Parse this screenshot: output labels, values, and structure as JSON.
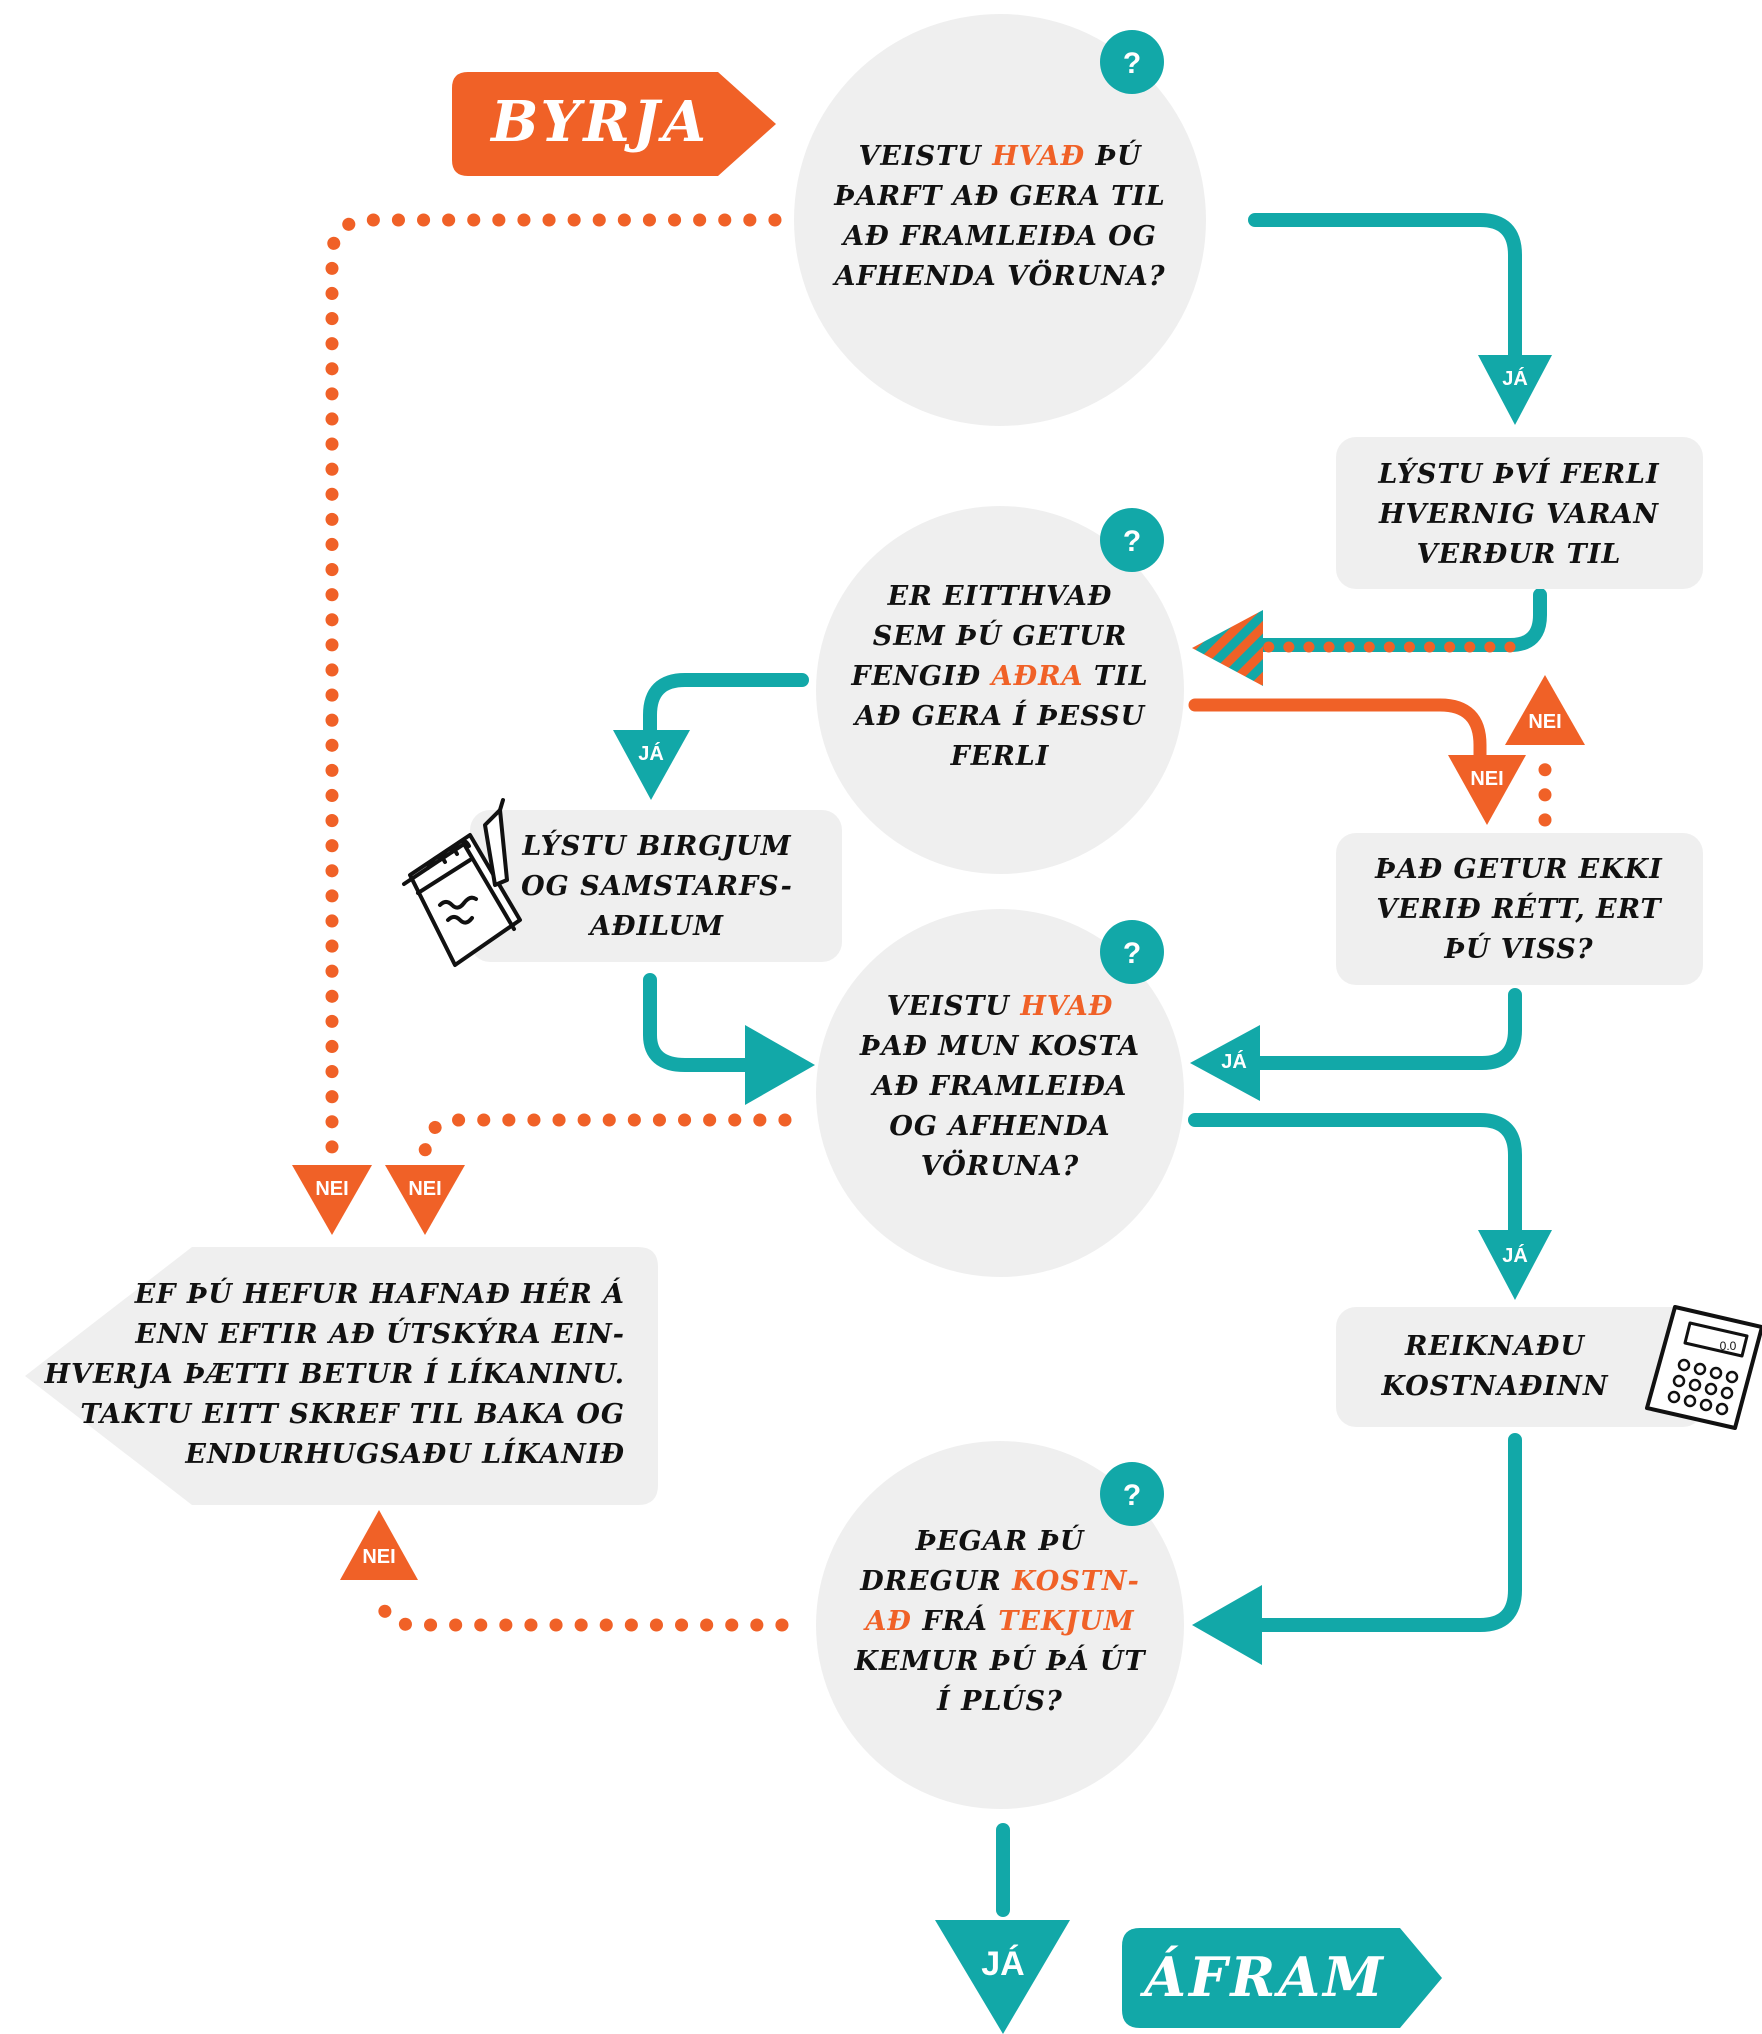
{
  "start_label": "BYRJA",
  "end_label": "ÁFRAM",
  "yes_label": "JÁ",
  "no_label": "NEI",
  "question_mark": "?",
  "q1": {
    "l1a": "VEISTU ",
    "l1b": "HVAÐ",
    "l1c": " ÞÚ",
    "l2": "ÞARFT AÐ GERA TIL",
    "l3": "AÐ FRAMLEIÐA OG",
    "l4": "AFHENDA VÖRUNA?"
  },
  "box1": {
    "l1": "LÝSTU ÞVÍ FERLI",
    "l2": "HVERNIG VARAN",
    "l3": "VERÐUR TIL"
  },
  "q2": {
    "l1": "ER EITTHVAÐ",
    "l2": "SEM ÞÚ GETUR",
    "l3a": "FENGIÐ ",
    "l3b": "AÐRA",
    "l3c": " TIL",
    "l4": "AÐ GERA Í ÞESSU",
    "l5": "FERLI"
  },
  "box2": {
    "l1": "LÝSTU BIRGJUM",
    "l2": "OG SAMSTARFS-",
    "l3": "AÐILUM"
  },
  "box3": {
    "l1": "ÞAÐ GETUR EKKI",
    "l2": "VERIÐ RÉTT, ERT",
    "l3": "ÞÚ VISS?"
  },
  "q3": {
    "l1a": "VEISTU ",
    "l1b": "HVAÐ",
    "l2": "ÞAÐ MUN KOSTA",
    "l3": "AÐ FRAMLEIÐA",
    "l4": "OG AFHENDA",
    "l5": "VÖRUNA?"
  },
  "box_left": {
    "l1": "EF ÞÚ HEFUR HAFNAÐ HÉR Á",
    "l2": "ENN EFTIR AÐ ÚTSKÝRA EIN-",
    "l3": "HVERJA ÞÆTTI BETUR Í LÍKANINU.",
    "l4": "TAKTU EITT SKREF TIL BAKA OG",
    "l5": "ENDURHUGSAÐU LÍKANIÐ"
  },
  "box4": {
    "l1": "REIKNAÐU",
    "l2": "KOSTNAÐINN"
  },
  "calculator_display": "0.0",
  "q4": {
    "l1": "ÞEGAR ÞÚ",
    "l2a": "DREGUR ",
    "l2b": "KOSTN-",
    "l3a": "AÐ",
    "l3b": " FRÁ ",
    "l3c": "TEKJUM",
    "l4": "KEMUR ÞÚ ÞÁ ÚT",
    "l5": "Í PLÚS?"
  },
  "colors": {
    "teal": "#12a8a8",
    "orange": "#f06127",
    "grey": "#efefef",
    "ink": "#111111"
  }
}
